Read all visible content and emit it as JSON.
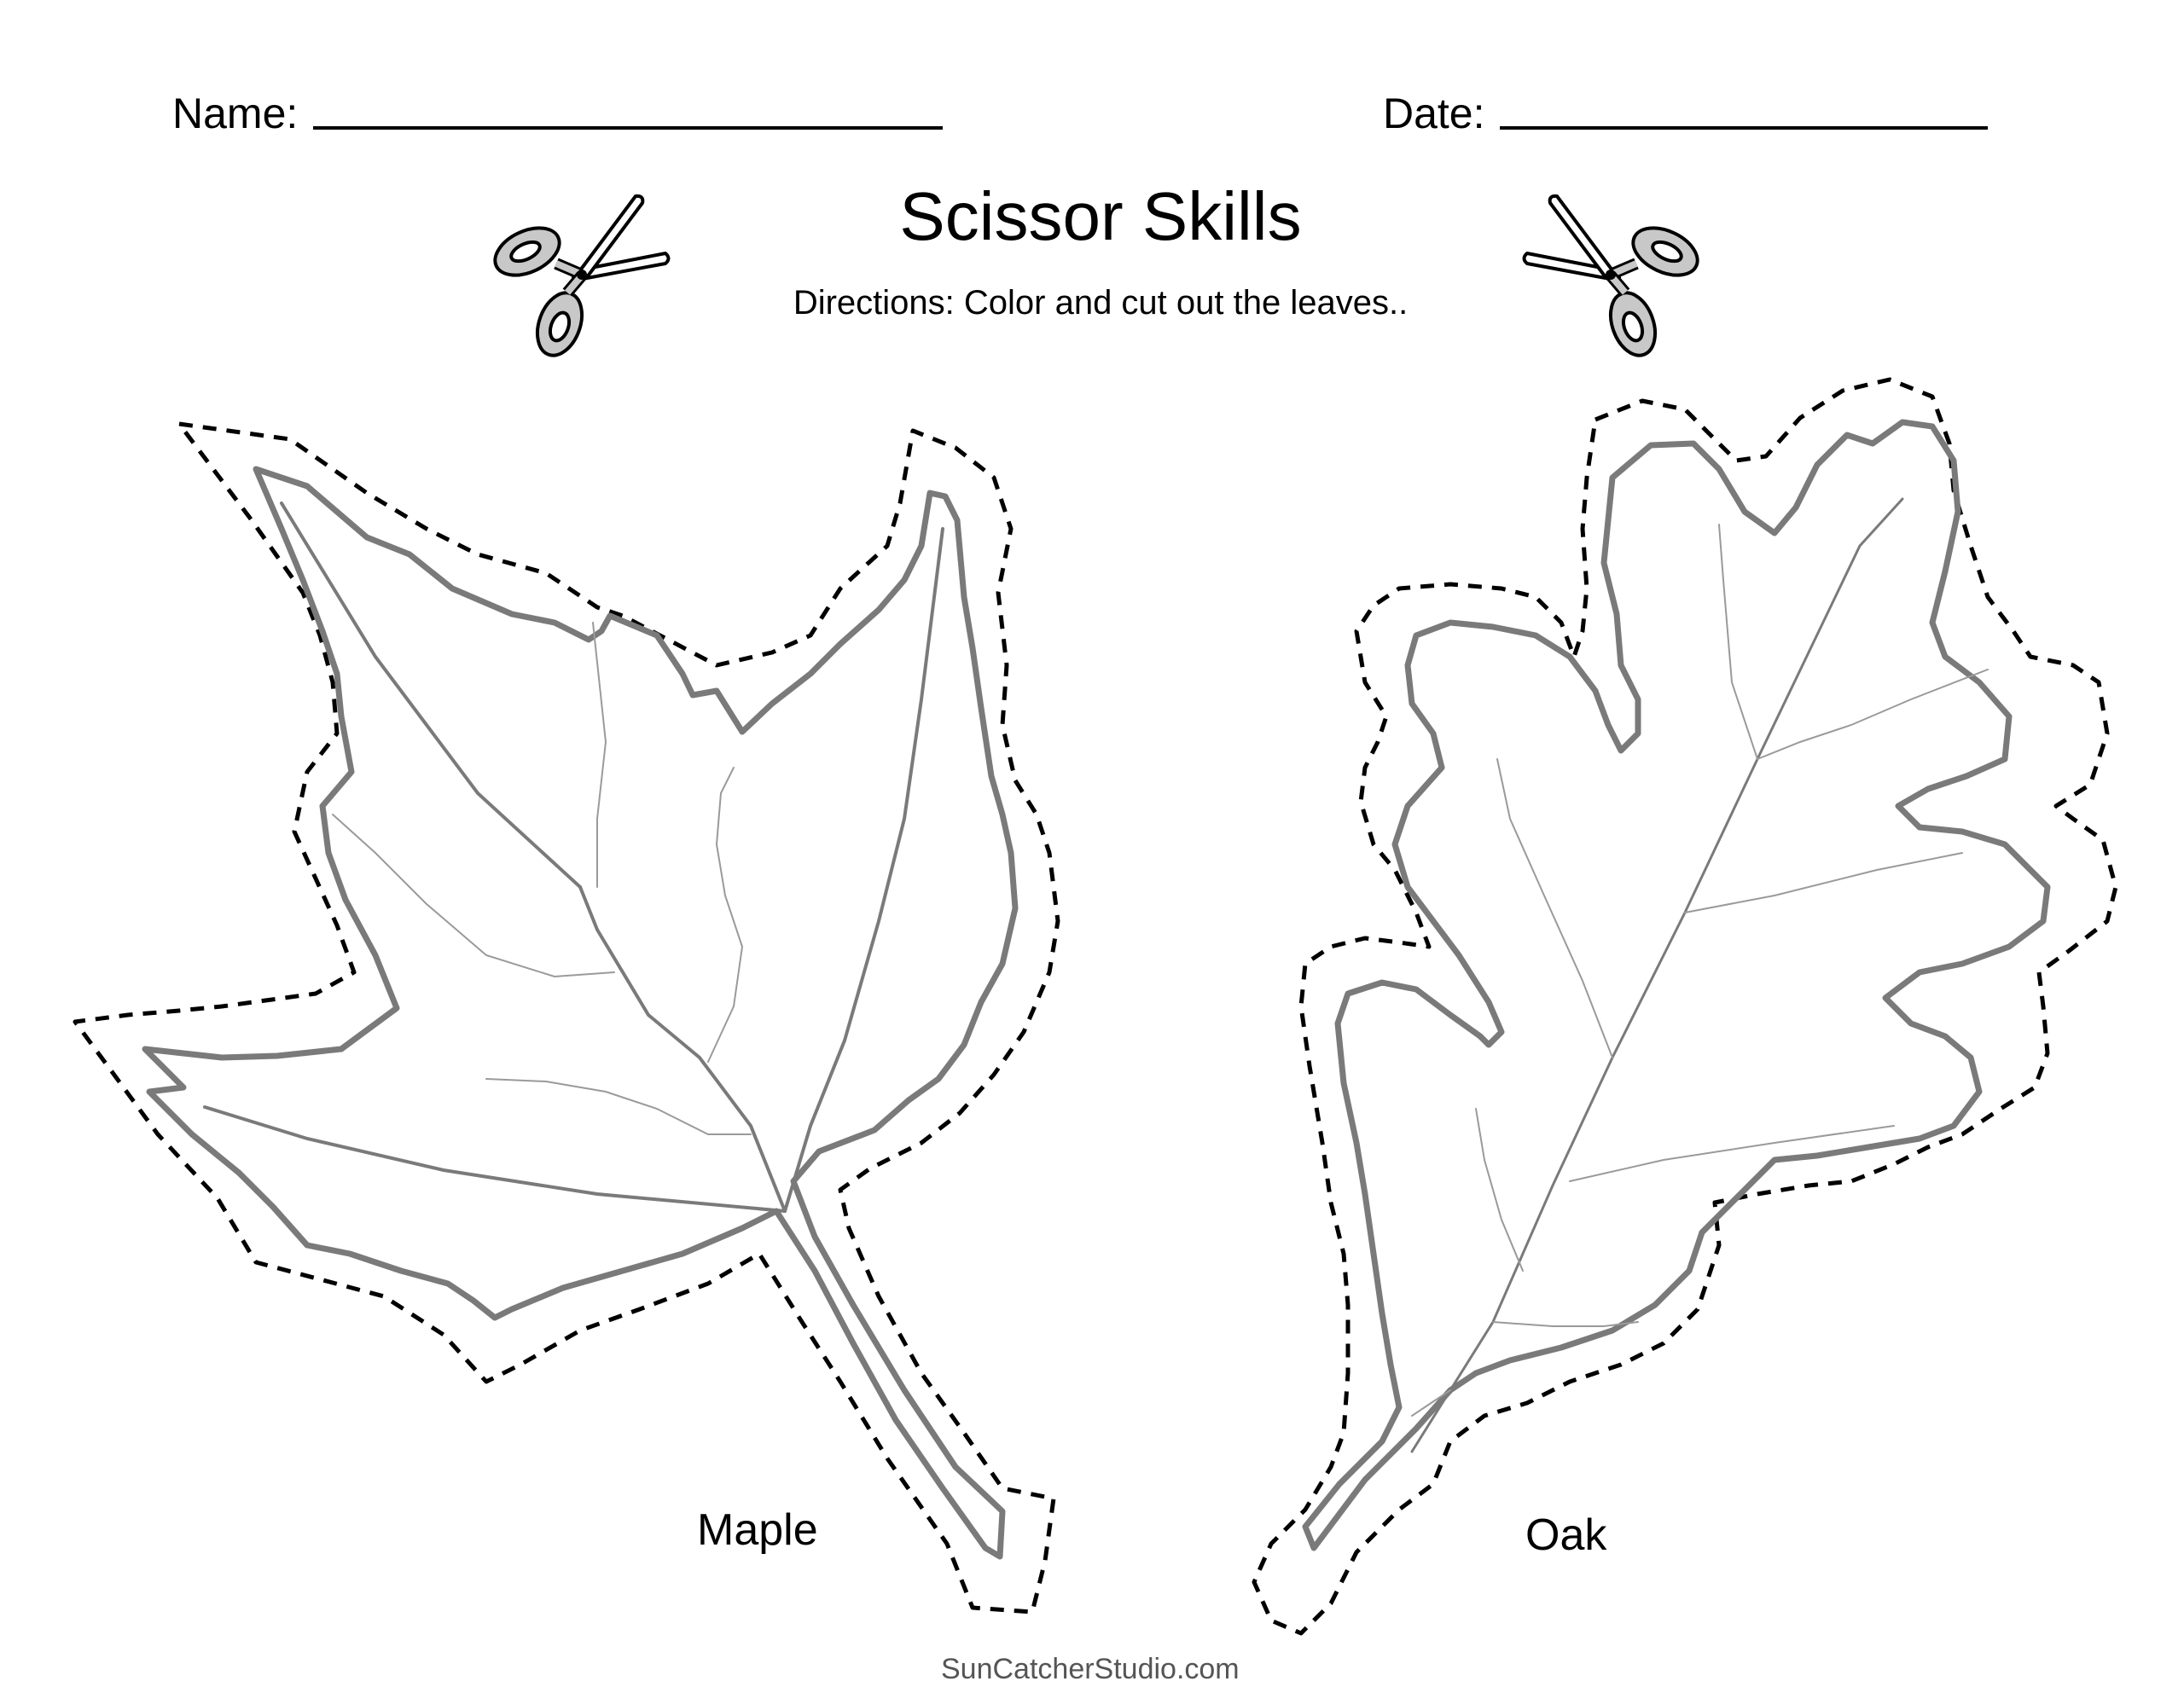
{
  "header": {
    "name_label": "Name:",
    "date_label": "Date:"
  },
  "title": "Scissor Skills",
  "directions": "Directions: Color and cut out the leaves..",
  "leaves": [
    {
      "label": "Maple",
      "icon": "maple-leaf-outline"
    },
    {
      "label": "Oak",
      "icon": "oak-leaf-outline"
    }
  ],
  "decorations": {
    "left_icon": "scissors-icon",
    "right_icon": "scissors-icon"
  },
  "footer": "SunCatcherStudio.com",
  "colors": {
    "leaf_outline": "#7a7a7a",
    "scissor_handle": "#c8c8c8",
    "cut_line": "#000000"
  }
}
